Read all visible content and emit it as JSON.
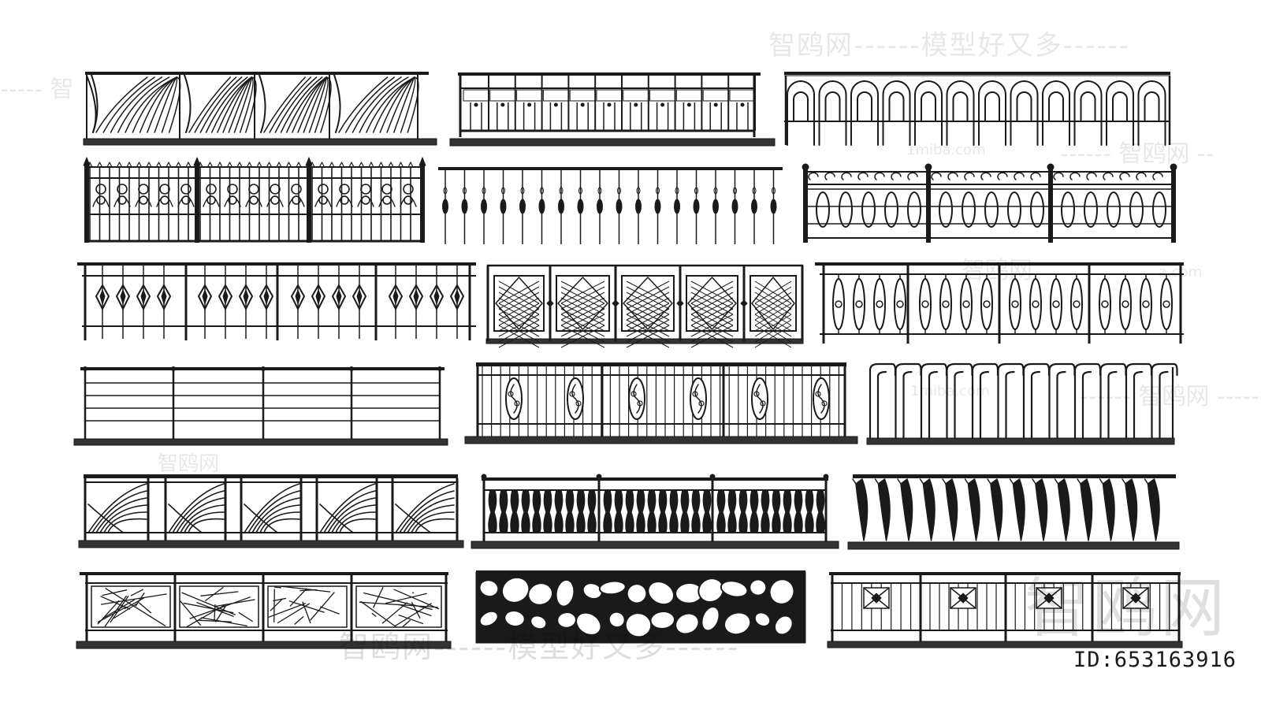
{
  "watermarks": {
    "top": "智鸥网------模型好又多------",
    "mid": "------ 智鸥网 --",
    "left": "----- 智",
    "center": "智鸥网",
    "row4": "------ 智鸥网 ------",
    "row5": "智鸥网",
    "bottom": "智鸥网------模型好又多------",
    "big": "智鸥网",
    "site": "1miba.com",
    "site2": "a.com",
    "site3": "1miba.com"
  },
  "asset_id": "ID:653163916",
  "colors": {
    "ink": "#1a1a1a",
    "base": "#333333",
    "background": "#ffffff"
  },
  "panels": [
    {
      "id": "sweep-curve"
    },
    {
      "id": "square-baluster"
    },
    {
      "id": "arch-loop"
    },
    {
      "id": "scroll-spear"
    },
    {
      "id": "twisted-baluster"
    },
    {
      "id": "wave-oval"
    },
    {
      "id": "diamond-baluster"
    },
    {
      "id": "lattice-square"
    },
    {
      "id": "oval-ring"
    },
    {
      "id": "horizontal-rail"
    },
    {
      "id": "ornament-bar"
    },
    {
      "id": "hook-bar"
    },
    {
      "id": "fan-arc"
    },
    {
      "id": "vase-baluster"
    },
    {
      "id": "leaf-blade"
    },
    {
      "id": "crackle-glass"
    },
    {
      "id": "organic-cutout"
    },
    {
      "id": "geometric-deco"
    }
  ]
}
